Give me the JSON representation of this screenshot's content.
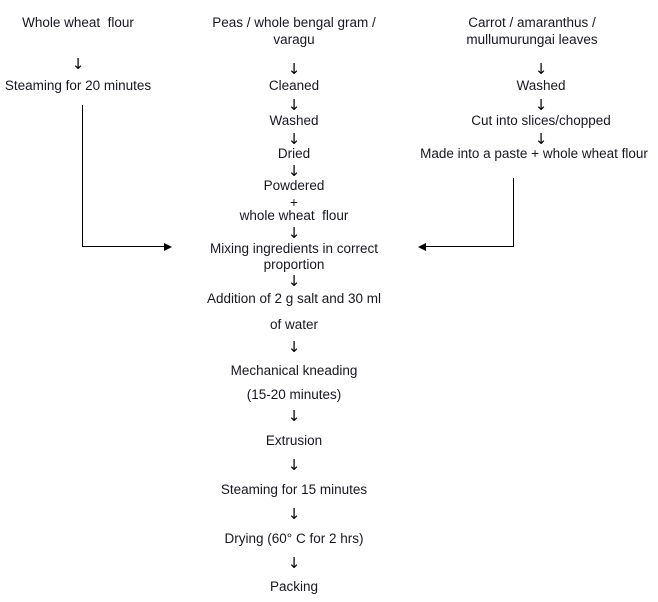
{
  "diagram": {
    "title": "Food product processing flowchart",
    "text_color": "#17171f",
    "line_color": "#000000",
    "background": "#ffffff",
    "arrow_glyph": "↓"
  },
  "columns": {
    "left": {
      "name": "whole-wheat-flour-branch",
      "steps": [
        {
          "id": "left-header",
          "label": "Whole wheat  flour"
        },
        {
          "id": "left-steaming",
          "label": "Steaming for 20 minutes"
        }
      ]
    },
    "center": {
      "name": "pulses-millet-branch",
      "steps": [
        {
          "id": "center-header-line1",
          "label": "Peas / whole bengal gram /"
        },
        {
          "id": "center-header-line2",
          "label": "varagu"
        },
        {
          "id": "center-cleaned",
          "label": "Cleaned"
        },
        {
          "id": "center-washed",
          "label": "Washed"
        },
        {
          "id": "center-dried",
          "label": "Dried"
        },
        {
          "id": "center-powdered",
          "label": "Powdered"
        },
        {
          "id": "center-plus",
          "label": "+"
        },
        {
          "id": "center-whole-wheat-flour",
          "label": "whole wheat  flour"
        },
        {
          "id": "center-mixing-line1",
          "label": "Mixing ingredients in correct"
        },
        {
          "id": "center-mixing-line2",
          "label": "proportion"
        },
        {
          "id": "center-addition-line1",
          "label": "Addition of 2 g salt and 30 ml"
        },
        {
          "id": "center-addition-line2",
          "label": "of water"
        },
        {
          "id": "center-kneading-line1",
          "label": "Mechanical kneading"
        },
        {
          "id": "center-kneading-line2",
          "label": "(15-20 minutes)"
        },
        {
          "id": "center-extrusion",
          "label": "Extrusion"
        },
        {
          "id": "center-steaming",
          "label": "Steaming for 15 minutes"
        },
        {
          "id": "center-drying",
          "label": "Drying (60° C for 2 hrs)"
        },
        {
          "id": "center-packing",
          "label": "Packing"
        }
      ]
    },
    "right": {
      "name": "vegetables-greens-branch",
      "steps": [
        {
          "id": "right-header-line1",
          "label": "Carrot / amaranthus /"
        },
        {
          "id": "right-header-line2",
          "label": "mullumurungai leaves"
        },
        {
          "id": "right-washed",
          "label": "Washed"
        },
        {
          "id": "right-cut",
          "label": "Cut into slices/chopped"
        },
        {
          "id": "right-paste",
          "label": "Made into a paste + whole wheat flour"
        }
      ]
    }
  },
  "connectors": {
    "left_join": {
      "name": "left-branch-join-connector",
      "direction": "right"
    },
    "right_join": {
      "name": "right-branch-join-connector",
      "direction": "left"
    }
  }
}
